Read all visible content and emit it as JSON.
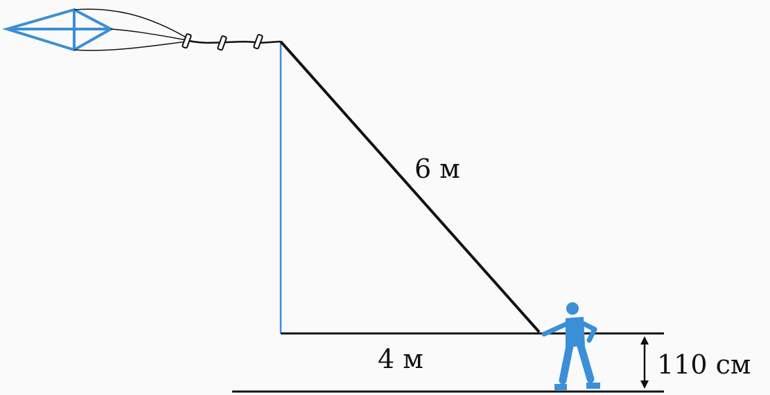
{
  "labels": {
    "string_length": "6 м",
    "horizontal_distance": "4 м",
    "hand_height": "110 см"
  },
  "colors": {
    "accent_blue": "#3a8fd6",
    "line_black": "#111111",
    "background": "#fafafa"
  },
  "icons": {
    "kite": "kite-icon",
    "person": "person-icon"
  }
}
